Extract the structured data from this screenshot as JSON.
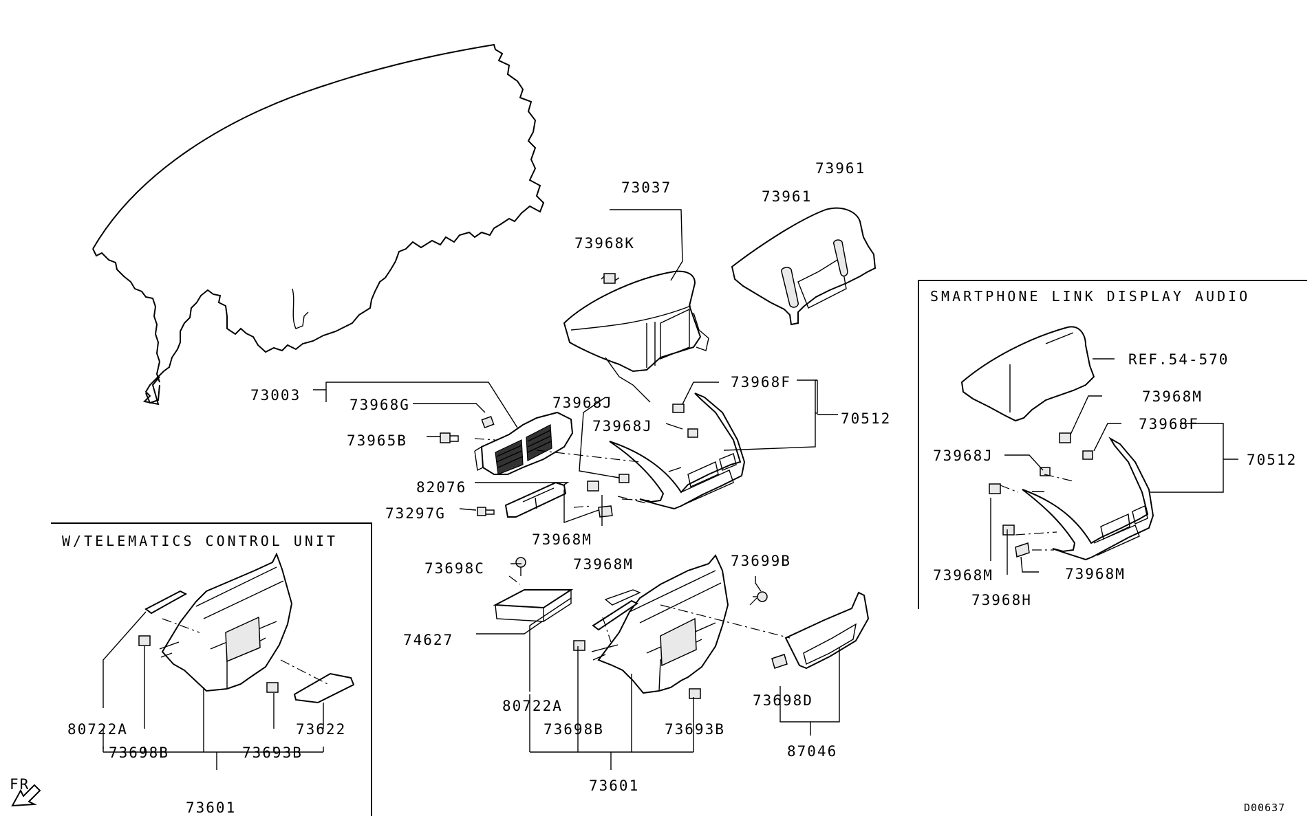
{
  "diagram_id": "D00637",
  "orientation_marker": "FR",
  "boxes": {
    "telematics": "W/TELEMATICS CONTROL UNIT",
    "smartphone": "SMARTPHONE LINK DISPLAY AUDIO"
  },
  "labels": {
    "p73037": "73037",
    "p73961_a": "73961",
    "p73961_b": "73961",
    "p73968K": "73968K",
    "p73003": "73003",
    "p73968G": "73968G",
    "p73965B": "73965B",
    "p73968J_a": "73968J",
    "p73968F_a": "73968F",
    "p73968J_b": "73968J",
    "p70512_a": "70512",
    "p82076": "82076",
    "p73297G": "73297G",
    "p73968M_a": "73968M",
    "p73968M_b": "73968M",
    "p73698C": "73698C",
    "p73699B": "73699B",
    "p74627": "74627",
    "p80722A_main": "80722A",
    "p73698B_main": "73698B",
    "p73693B_main": "73693B",
    "p73601_main": "73601",
    "p73698D": "73698D",
    "p87046": "87046",
    "p80722A_tel": "80722A",
    "p73698B_tel": "73698B",
    "p73693B_tel": "73693B",
    "p73622": "73622",
    "p73601_tel": "73601",
    "ref": "REF.54-570",
    "p73968M_s1": "73968M",
    "p73968F_s": "73968F",
    "p70512_s": "70512",
    "p73968J_s": "73968J",
    "p73968M_s2": "73968M",
    "p73968M_s3": "73968M",
    "p73968H_s": "73968H"
  }
}
